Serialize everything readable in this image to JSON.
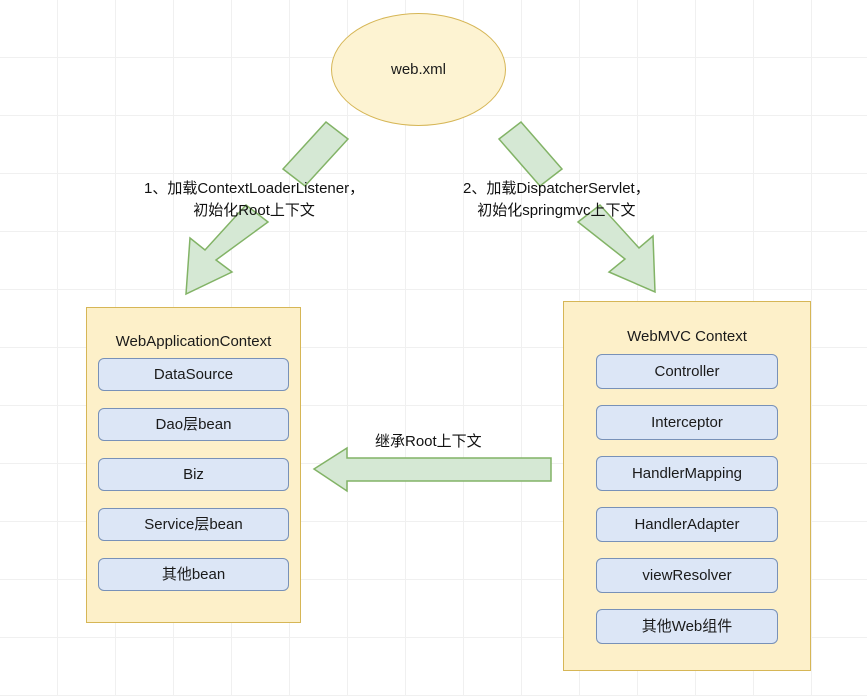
{
  "diagram": {
    "title": "Spring MVC / Root WebApplicationContext loading flow",
    "colors": {
      "container_fill": "#fdf0c9",
      "container_stroke": "#d6b656",
      "bean_fill": "#dce6f6",
      "bean_stroke": "#7891b8",
      "arrow_fill": "#d5e8d4",
      "arrow_stroke": "#82b366",
      "ellipse_fill": "#fdf3d2",
      "grid_line": "#f0f0f0",
      "text": "#1a1a1a"
    },
    "source_node": {
      "label": "web.xml",
      "shape": "ellipse"
    },
    "arrows": [
      {
        "name": "load-context-loader-listener",
        "direction": "down-left",
        "label_line1": "1、加载ContextLoaderListener，",
        "label_line2": "初始化Root上下文"
      },
      {
        "name": "load-dispatcher-servlet",
        "direction": "down-right",
        "label_line1": "2、加载DispatcherServlet，",
        "label_line2": "初始化springmvc上下文"
      },
      {
        "name": "inherit-root-context",
        "direction": "left",
        "label_line1": "继承Root上下文",
        "label_line2": ""
      }
    ],
    "root_context": {
      "title": "WebApplicationContext",
      "beans": [
        "DataSource",
        "Dao层bean",
        "Biz",
        "Service层bean",
        "其他bean"
      ]
    },
    "mvc_context": {
      "title": "WebMVC Context",
      "beans": [
        "Controller",
        "Interceptor",
        "HandlerMapping",
        "HandlerAdapter",
        "viewResolver",
        "其他Web组件"
      ]
    }
  }
}
